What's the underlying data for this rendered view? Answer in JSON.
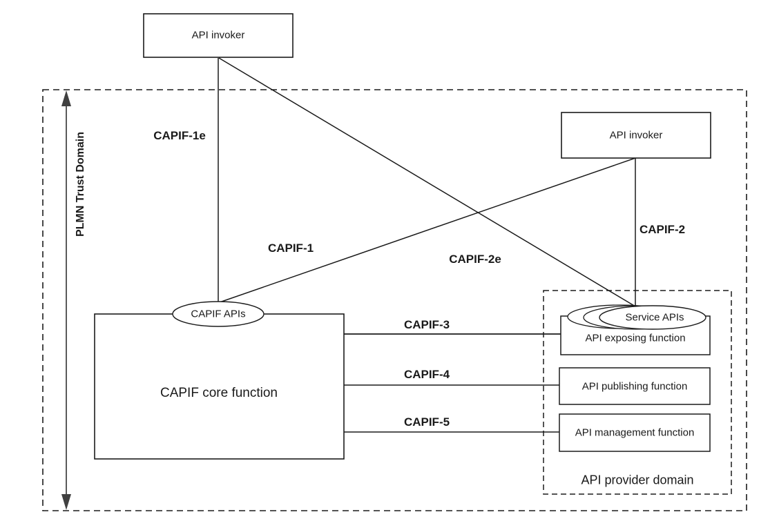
{
  "nodes": {
    "api_invoker_external": "API invoker",
    "api_invoker_internal": "API invoker",
    "capif_core": "CAPIF core function",
    "capif_apis": "CAPIF APIs",
    "service_apis": "Service APIs",
    "api_exposing": "API exposing function",
    "api_publishing": "API publishing function",
    "api_management": "API management function"
  },
  "domains": {
    "plmn_trust": "PLMN Trust Domain",
    "api_provider": "API provider domain"
  },
  "interfaces": {
    "capif_1e": "CAPIF-1e",
    "capif_1": "CAPIF-1",
    "capif_2e": "CAPIF-2e",
    "capif_2": "CAPIF-2",
    "capif_3": "CAPIF-3",
    "capif_4": "CAPIF-4",
    "capif_5": "CAPIF-5"
  },
  "colors": {
    "line": "#1a1a1a",
    "arrow": "#595959",
    "arrowhead": "#404040",
    "background": "#ffffff"
  }
}
